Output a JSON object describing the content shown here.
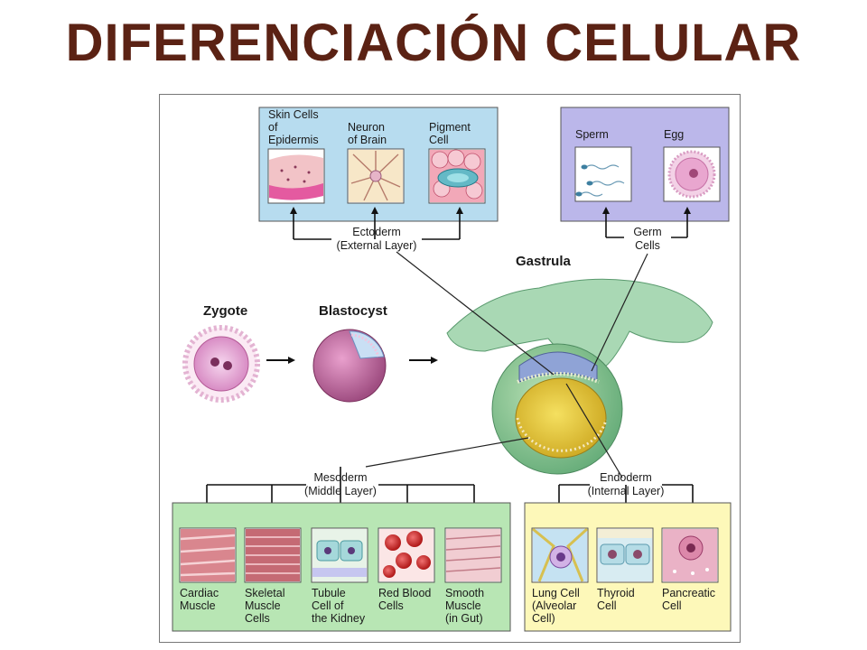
{
  "title": "DIFERENCIACIÓN CELULAR",
  "stages": {
    "zygote": "Zygote",
    "blastocyst": "Blastocyst",
    "gastrula": "Gastrula"
  },
  "ectoderm": {
    "name": "Ectoderm",
    "sub": "(External Layer)",
    "cells": [
      [
        "Skin Cells",
        "of",
        "Epidermis"
      ],
      [
        "Neuron",
        "of Brain"
      ],
      [
        "Pigment",
        "Cell"
      ]
    ]
  },
  "germ": {
    "name": [
      "Germ",
      "Cells"
    ],
    "cells": [
      [
        "Sperm"
      ],
      [
        "Egg"
      ]
    ]
  },
  "mesoderm": {
    "name": "Mesoderm",
    "sub": "(Middle Layer)",
    "cells": [
      [
        "Cardiac",
        "Muscle"
      ],
      [
        "Skeletal",
        "Muscle",
        "Cells"
      ],
      [
        "Tubule",
        "Cell of",
        "the Kidney"
      ],
      [
        "Red Blood",
        "Cells"
      ],
      [
        "Smooth",
        "Muscle",
        "(in Gut)"
      ]
    ]
  },
  "endoderm": {
    "name": "Endoderm",
    "sub": "(Internal Layer)",
    "cells": [
      [
        "Lung Cell",
        "(Alveolar",
        "Cell)"
      ],
      [
        "Thyroid",
        "Cell"
      ],
      [
        "Pancreatic",
        "Cell"
      ]
    ]
  }
}
